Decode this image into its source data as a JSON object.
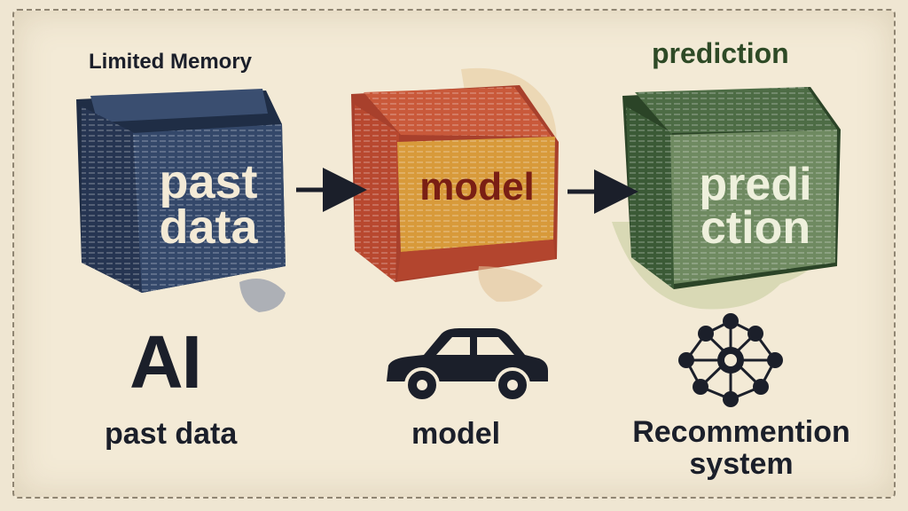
{
  "stages": [
    {
      "header": "Limited Memory",
      "cube_label_line1": "past",
      "cube_label_line2": "data",
      "glyph_text": "AI",
      "caption": "past data",
      "color": "#2d3e5c"
    },
    {
      "cube_label": "model",
      "icon": "car-icon",
      "caption": "model",
      "color": "#b8482f",
      "face_color": "#d89a3a"
    },
    {
      "header": "prediction",
      "cube_label_line1": "predi",
      "cube_label_line2": "ction",
      "icon": "network-icon",
      "caption_line1": "Recommention",
      "caption_line2": "system",
      "color": "#3e5f3a"
    }
  ],
  "colors": {
    "paper": "#f3ead6",
    "ink": "#1b1f2a",
    "prediction_header": "#2e4a26"
  }
}
